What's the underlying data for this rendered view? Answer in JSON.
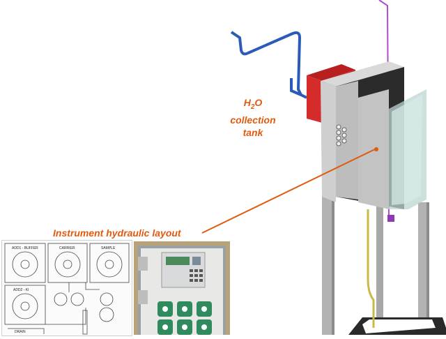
{
  "labels": {
    "tank_h2o_main": "H",
    "tank_h2o_sub": "2",
    "tank_h2o_tail": "O",
    "tank_line2": "collection",
    "tank_line3": "tank",
    "hydraulic_layout": "Instrument hydraulic layout"
  },
  "schematic": {
    "pump_labels": [
      "ADD1 - BUFFER",
      "CARRIER",
      "SAMPLE",
      "ADD2 - KI",
      "DRAIN"
    ]
  },
  "colors": {
    "label": "#e05a10",
    "tank": "#d62b2b",
    "pipe_blue": "#2a5bb8",
    "pipe_purple": "#b04ad0",
    "pipe_yellow": "#c9b84a",
    "cabinet": "#c9c9c9",
    "frame": "#9a9a9a"
  }
}
